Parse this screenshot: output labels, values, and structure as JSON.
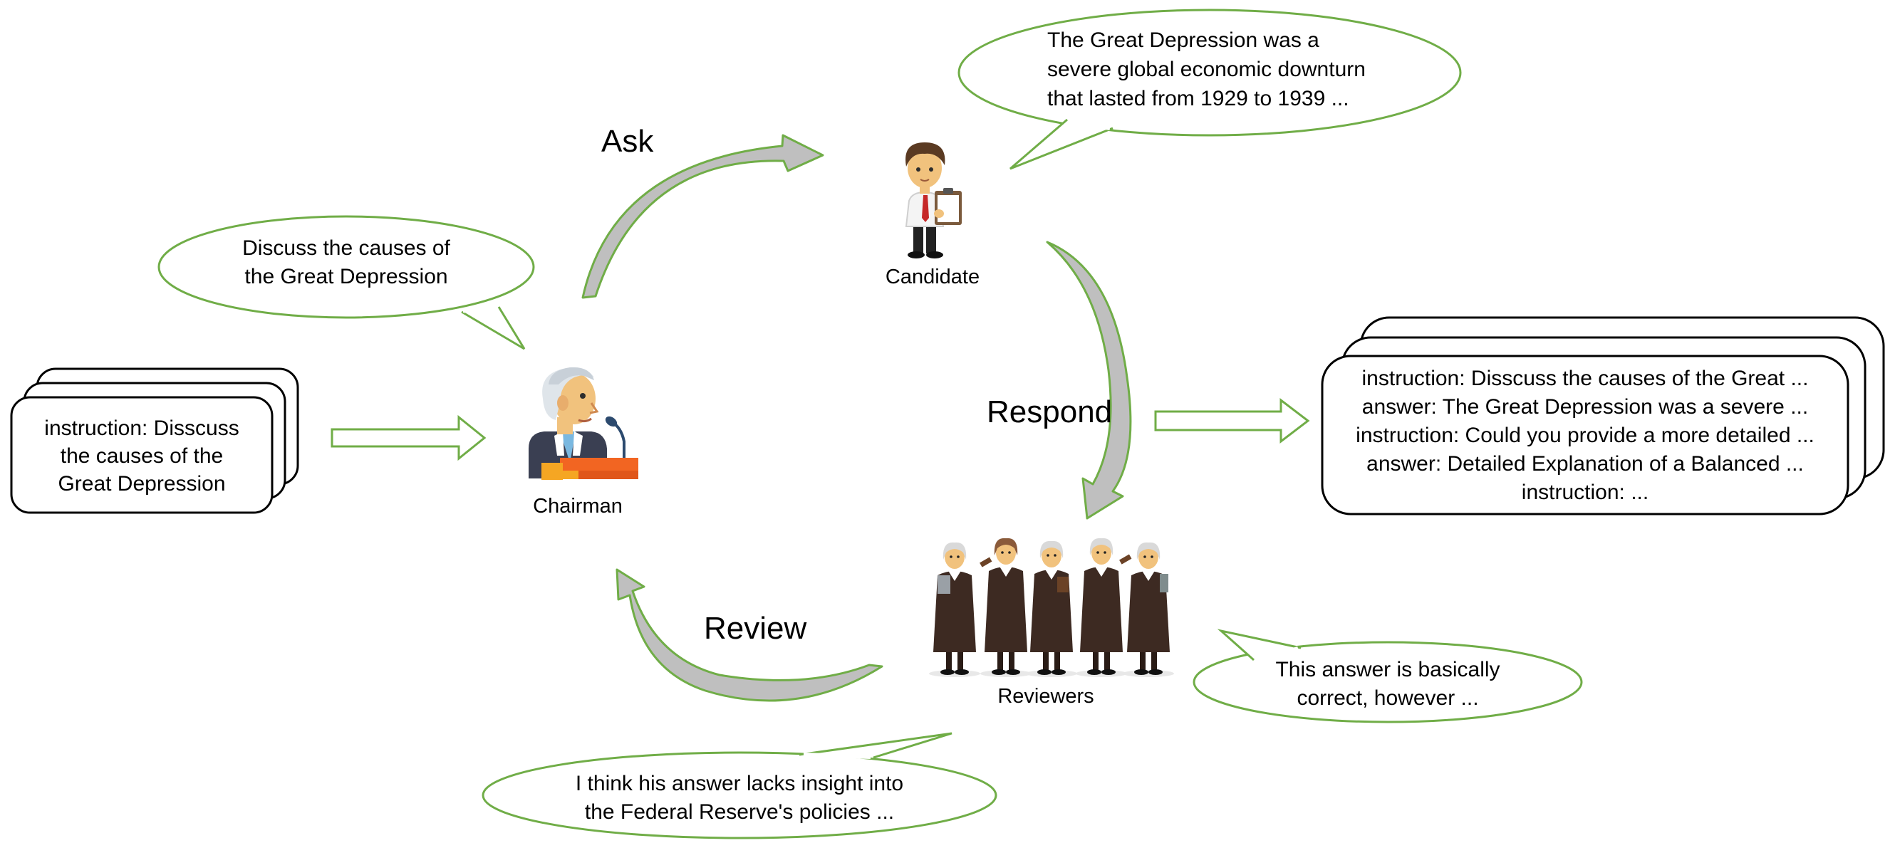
{
  "colors": {
    "accent_green": "#70ad47",
    "arrow_fill": "#bfbfbf",
    "card_border": "#000000",
    "robe": "#3d2a22",
    "skin": "#f1c27d"
  },
  "input_stack": {
    "lines": [
      "instruction: Disscuss",
      "the causes of the",
      "Great Depression"
    ]
  },
  "chairman": {
    "label": "Chairman",
    "icon": "chairman-at-podium-icon",
    "bubble_lines": [
      "Discuss the causes of",
      "the Great Depression"
    ]
  },
  "candidate": {
    "label": "Candidate",
    "icon": "candidate-with-clipboard-icon",
    "bubble_lines": [
      "The Great Depression was a",
      "severe global economic downturn",
      "that lasted from 1929 to 1939 ..."
    ]
  },
  "reviewers": {
    "label": "Reviewers",
    "icon": "judges-group-icon",
    "bubble_right_lines": [
      "This answer is basically",
      "correct, however ..."
    ],
    "bubble_bottom_lines": [
      "I think his answer lacks insight into",
      "the Federal Reserve's policies ..."
    ]
  },
  "edges": {
    "ask": "Ask",
    "respond": "Respond",
    "review": "Review"
  },
  "output_stack": {
    "lines": [
      "instruction: Disscuss the causes of the Great ...",
      "answer: The Great Depression was a severe  ...",
      "instruction: Could you provide a more detailed ...",
      "answer: Detailed Explanation of a Balanced ...",
      "instruction: ..."
    ]
  }
}
